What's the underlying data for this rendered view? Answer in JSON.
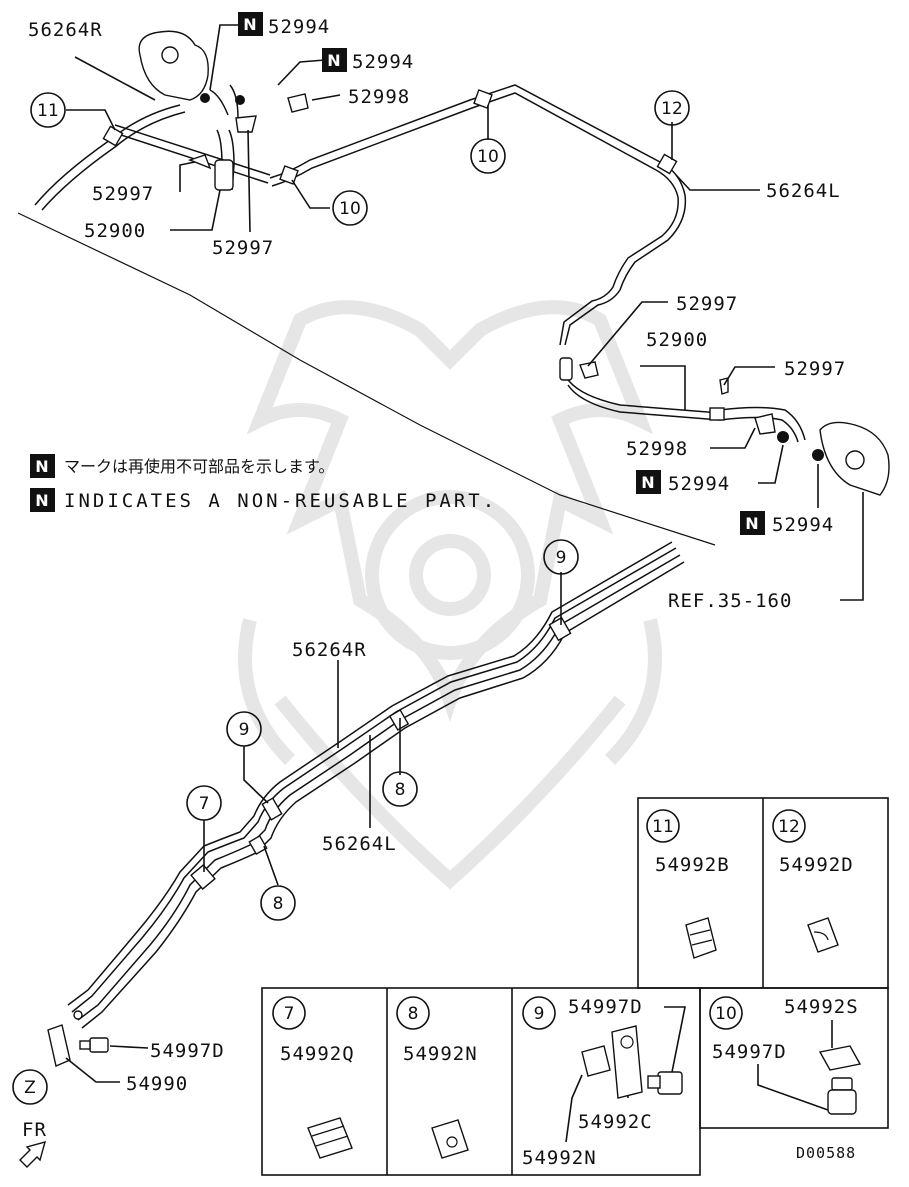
{
  "labels": {
    "hose_r_top": "56264R",
    "washer_top_1": "52994",
    "washer_top_2": "52994",
    "bolt_top": "52998",
    "clip_top_1": "52997",
    "hose_top": "52900",
    "clip_top_2": "52997",
    "tube_l_top": "56264L",
    "clip_right_1": "52997",
    "hose_right": "52900",
    "clip_right_2": "52997",
    "bolt_right": "52998",
    "washer_right_1": "52994",
    "washer_right_2": "52994",
    "ref": "REF.35-160",
    "tube_r_mid": "56264R",
    "tube_l_mid": "56264L",
    "joint": "54997D",
    "bracket": "54990",
    "front": "FR",
    "drawing_no": "D00588"
  },
  "note": {
    "jp": "マークは再使用不可部品を示します。",
    "en": "INDICATES A NON-REUSABLE PART.",
    "symbol": "N"
  },
  "callouts": {
    "c11": "11",
    "c12": "12",
    "c10a": "10",
    "c10b": "10",
    "c9a": "9",
    "c9b": "9",
    "c7": "7",
    "c8a": "8",
    "c8b": "8",
    "cz": "Z"
  },
  "table": {
    "b11": {
      "num": "11",
      "part": "54992B"
    },
    "b12": {
      "num": "12",
      "part": "54992D"
    },
    "b7": {
      "num": "7",
      "part": "54992Q"
    },
    "b8": {
      "num": "8",
      "part": "54992N"
    },
    "b9": {
      "num": "9",
      "part_top": "54997D",
      "part_mid": "54992C",
      "part_bot": "54992N"
    },
    "b10": {
      "num": "10",
      "part_a": "54992S",
      "part_b": "54997D"
    }
  }
}
